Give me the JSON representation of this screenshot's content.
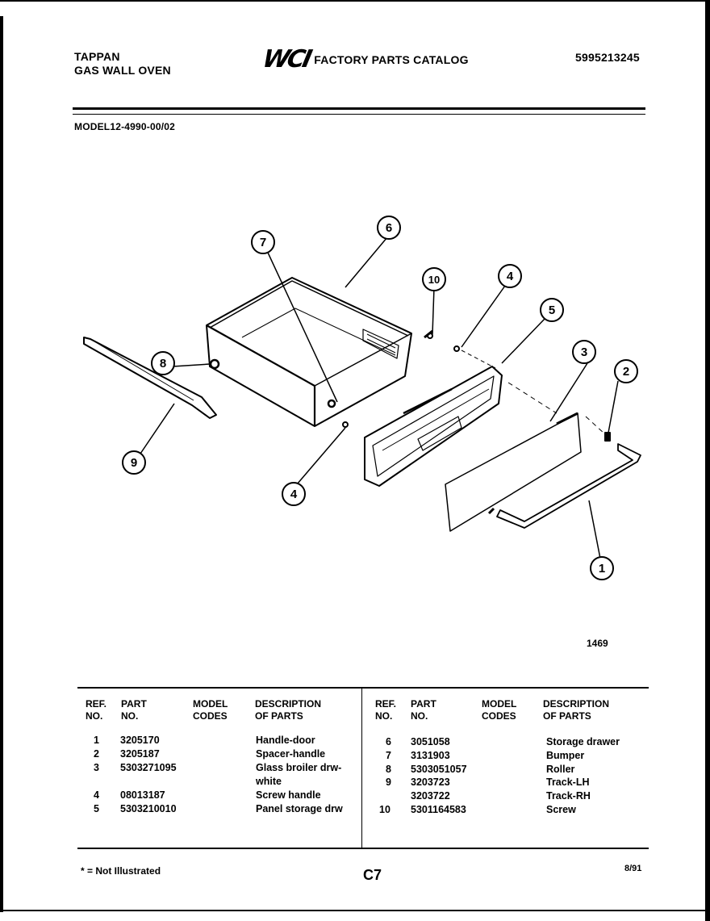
{
  "header": {
    "brand_line1": "TAPPAN",
    "brand_line2": "GAS WALL OVEN",
    "logo_text": "WCI",
    "catalog_title": "FACTORY PARTS CATALOG",
    "doc_number": "5995213245",
    "model": "MODEL12-4990-00/02"
  },
  "diagram": {
    "figure_number": "1469",
    "callouts": [
      "1",
      "2",
      "3",
      "4",
      "4",
      "5",
      "6",
      "7",
      "8",
      "9",
      "10"
    ]
  },
  "table": {
    "headers": {
      "ref_1": "REF.",
      "ref_2": "NO.",
      "part_1": "PART",
      "part_2": "NO.",
      "model_1": "MODEL",
      "model_2": "CODES",
      "desc_1": "DESCRIPTION",
      "desc_2": "OF PARTS"
    },
    "left_rows": [
      {
        "ref": "1",
        "part": "3205170",
        "desc": "Handle-door"
      },
      {
        "ref": "2",
        "part": "3205187",
        "desc": "Spacer-handle"
      },
      {
        "ref": "3",
        "part": "5303271095",
        "desc": "Glass broiler drw-"
      },
      {
        "ref": "",
        "part": "",
        "desc": "white"
      },
      {
        "ref": "4",
        "part": "08013187",
        "desc": "Screw handle"
      },
      {
        "ref": "5",
        "part": "5303210010",
        "desc": "Panel storage drw"
      }
    ],
    "right_rows": [
      {
        "ref": "6",
        "part": "3051058",
        "desc": "Storage drawer"
      },
      {
        "ref": "7",
        "part": "3131903",
        "desc": "Bumper"
      },
      {
        "ref": "8",
        "part": "5303051057",
        "desc": "Roller"
      },
      {
        "ref": "9",
        "part": "3203723",
        "desc": "Track-LH"
      },
      {
        "ref": "",
        "part": "3203722",
        "desc": "Track-RH"
      },
      {
        "ref": "10",
        "part": "5301164583",
        "desc": "Screw"
      }
    ]
  },
  "footer": {
    "note": "* = Not Illustrated",
    "page_code": "C7",
    "date": "8/91"
  }
}
